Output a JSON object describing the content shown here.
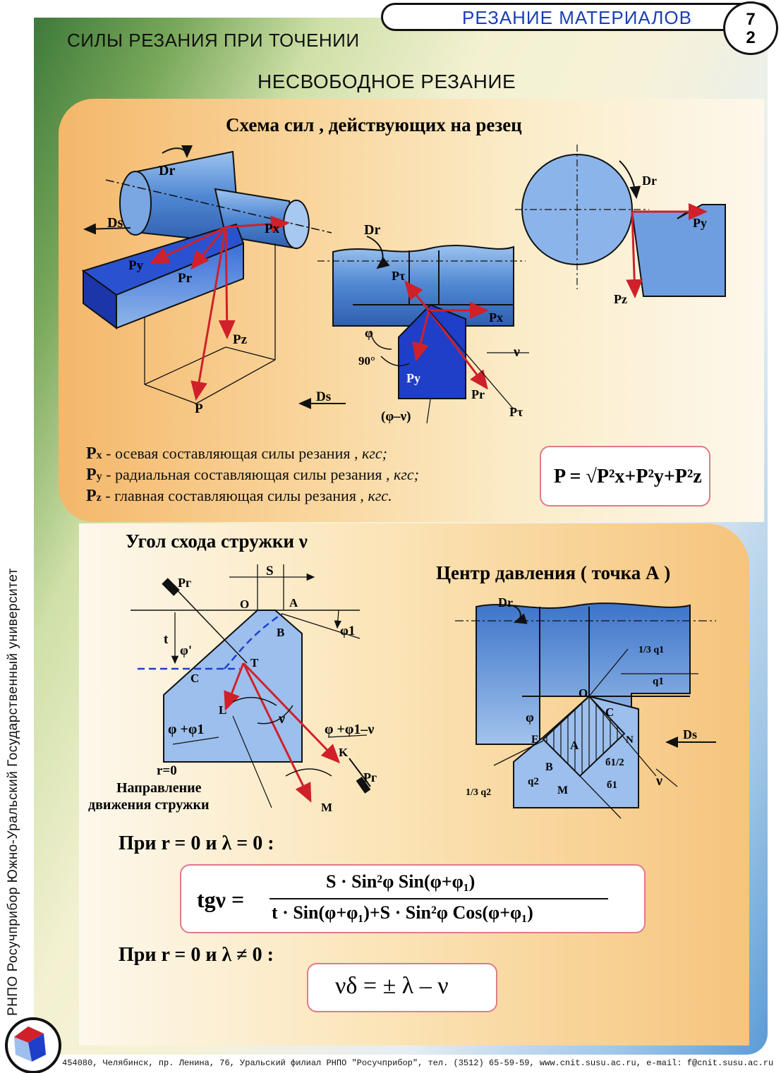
{
  "header": {
    "subject": "РЕЗАНИЕ   МАТЕРИАЛОВ",
    "page_top": "7",
    "page_bottom": "2"
  },
  "titles": {
    "section": "СИЛЫ   РЕЗАНИЯ   ПРИ   ТОЧЕНИИ",
    "subsection": "НЕСВОБОДНОЕ   РЕЗАНИЕ",
    "force_scheme": "Схема   сил , действующих   на   резец",
    "chip_angle": "Угол   схода   стружки   ν",
    "pressure_center": "Центр   давления  ( точка  А )"
  },
  "side_text": "РНПО Росучприбор     Южно-Уральский Государственный университет",
  "legend": [
    {
      "sym": "P",
      "sub": "x",
      "text": " - осевая   составляющая силы резания , ",
      "unit": "кгс;"
    },
    {
      "sym": "P",
      "sub": "y",
      "text": " - радиальная   составляющая силы резания , ",
      "unit": "кгс;"
    },
    {
      "sym": "P",
      "sub": "z",
      "text": " - главная   составляющая силы резания , ",
      "unit": "кгс."
    }
  ],
  "formulas": {
    "resultant": "P = √P²x+P²y+P²z",
    "cond1": "При   r = 0  и λ = 0 :",
    "tg_lhs": "tgν =",
    "tg_num": "S · Sin²φ Sin(φ+φ₁)",
    "tg_den": "t · Sin(φ+φ₁)+S · Sin²φ Cos(φ+φ₁)",
    "cond2": "При   r = 0  и λ ≠ 0 :",
    "nu_d": "νδ = ± λ – ν"
  },
  "diagram_labels": {
    "iso": {
      "Dr": "Dr",
      "Ds": "Ds",
      "Px": "Px",
      "Py": "Py",
      "Pr": "Pr",
      "Pz": "Pz",
      "P": "P"
    },
    "top_view": {
      "Dr": "Dr",
      "Pt1": "Pτ",
      "Px": "Px",
      "phi": "φ",
      "deg90": "90°",
      "nu": "ν",
      "Py": "Py",
      "Pr": "Pr",
      "Pt2": "Pτ",
      "phi_nu": "(φ–ν)",
      "Ds": "Ds"
    },
    "side_view": {
      "Dr": "Dr",
      "Py": "Py",
      "Pz": "Pz"
    },
    "chip": {
      "Pr1": "Pг",
      "S": "S",
      "O": "O",
      "A": "A",
      "B": "B",
      "phi1": "φ1",
      "t": "t",
      "phip": "φ'",
      "T": "T",
      "C": "C",
      "L": "L",
      "nu": "ν",
      "phiphi1": "φ +φ1",
      "phiphi1nu": "φ +φ1–ν",
      "K": "K",
      "Pr2": "Pг",
      "M": "M",
      "r0": "r=0",
      "dir1": "Направление",
      "dir2": "движения   стружки"
    },
    "center": {
      "Dr": "Dr",
      "q1_3": "1/3 q1",
      "q1": "q1",
      "O": "O",
      "phi": "φ",
      "C": "C",
      "Ds": "Ds",
      "E": "E",
      "A": "A",
      "N": "N",
      "B": "B",
      "b1_2": "б1/2",
      "q2": "q2",
      "M": "M",
      "b1": "б1",
      "nu": "ν",
      "q2_3": "1/3 q2"
    }
  },
  "footer": "454080, Челябинск, пр. Ленина, 76, Уральский филиал РНПО \"Росучприбор\", тел. (3512) 65-59-59, www.cnit.susu.ac.ru,  e-mail: f@cnit.susu.ac.ru",
  "colors": {
    "accent_blue": "#1a3fb5",
    "force_red": "#d0202a",
    "part_blue": "#5f93d8",
    "tool_blue": "#1f3fc8",
    "panel_orange": "#f4b76a"
  }
}
